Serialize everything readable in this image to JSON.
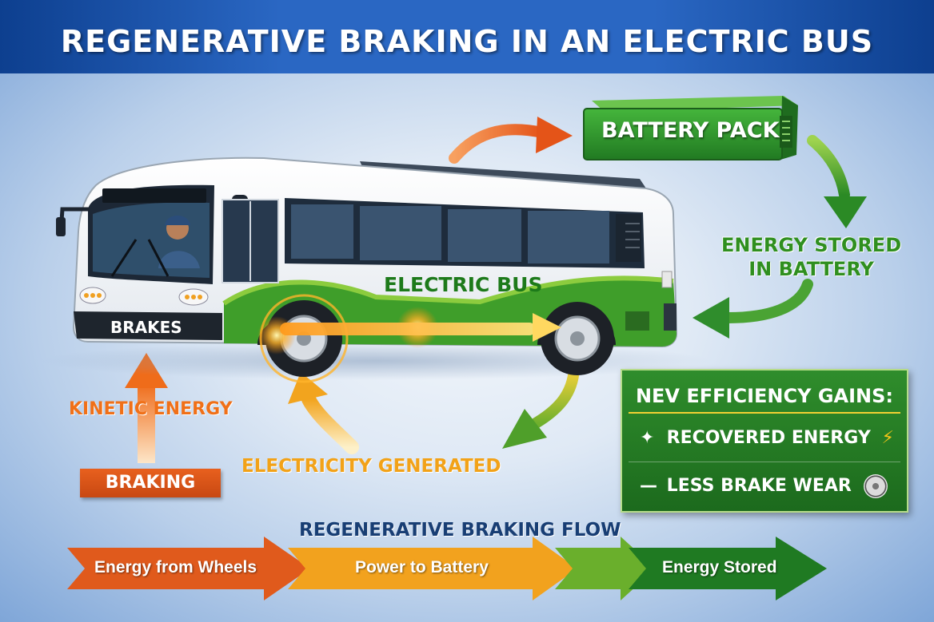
{
  "title": "REGENERATIVE BRAKING IN AN ELECTRIC BUS",
  "labels": {
    "battery_pack": "BATTERY PACK",
    "energy_stored_line1": "ENERGY STORED",
    "energy_stored_line2": "IN BATTERY",
    "electric_bus": "ELECTRIC BUS",
    "brakes": "BRAKES",
    "kinetic_energy": "KINETIC ENERGY",
    "electricity_generated": "ELECTRICITY GENERATED",
    "braking": "BRAKING"
  },
  "efficiency_gains": {
    "title": "NEV EFFICIENCY GAINS:",
    "items": [
      {
        "icon": "lightning-icon",
        "text": "RECOVERED ENERGY"
      },
      {
        "icon": "brake-disc-icon",
        "text": "LESS BRAKE WEAR"
      }
    ]
  },
  "flow": {
    "title": "REGENERATIVE BRAKING FLOW",
    "steps": [
      "Energy from Wheels",
      "Power to Battery",
      "Energy Stored"
    ]
  },
  "colors": {
    "title_band": "#2a67c3",
    "battery_green": "#2e9a2e",
    "bus_green": "#3f9e2a",
    "orange": "#f07018",
    "yellow": "#f2b01e",
    "dark_green": "#1c6a1d"
  }
}
